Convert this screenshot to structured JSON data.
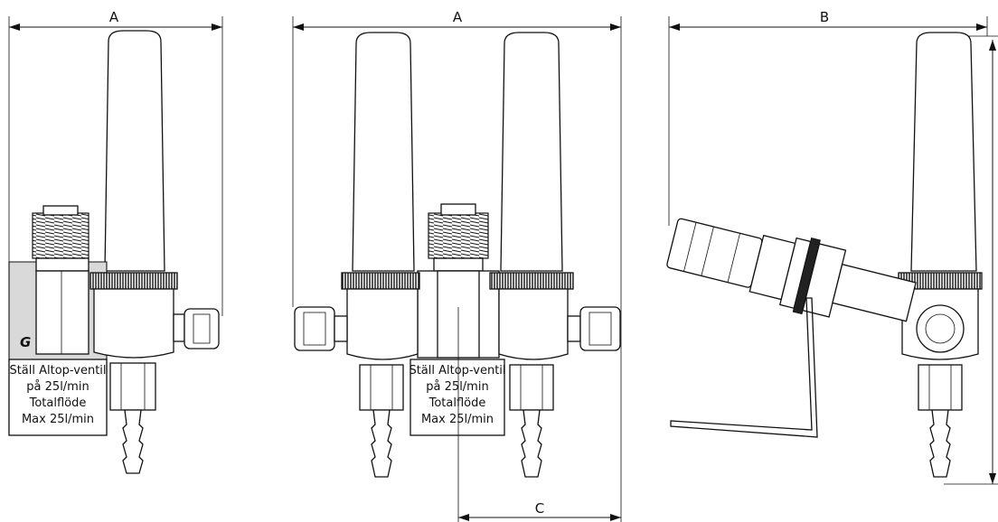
{
  "dimensions": {
    "left_width": "A",
    "middle_width": "A",
    "right_width": "B",
    "bottom_offset": "C"
  },
  "labels": {
    "left_plate_logo": "G",
    "instruction_left": [
      "Ställ Altop-ventil",
      "på 25l/min",
      "Totalflöde",
      "Max 25l/min"
    ],
    "instruction_middle": [
      "Ställ Altop-ventil",
      "på 25l/min",
      "Totalflöde",
      "Max 25l/min"
    ]
  }
}
